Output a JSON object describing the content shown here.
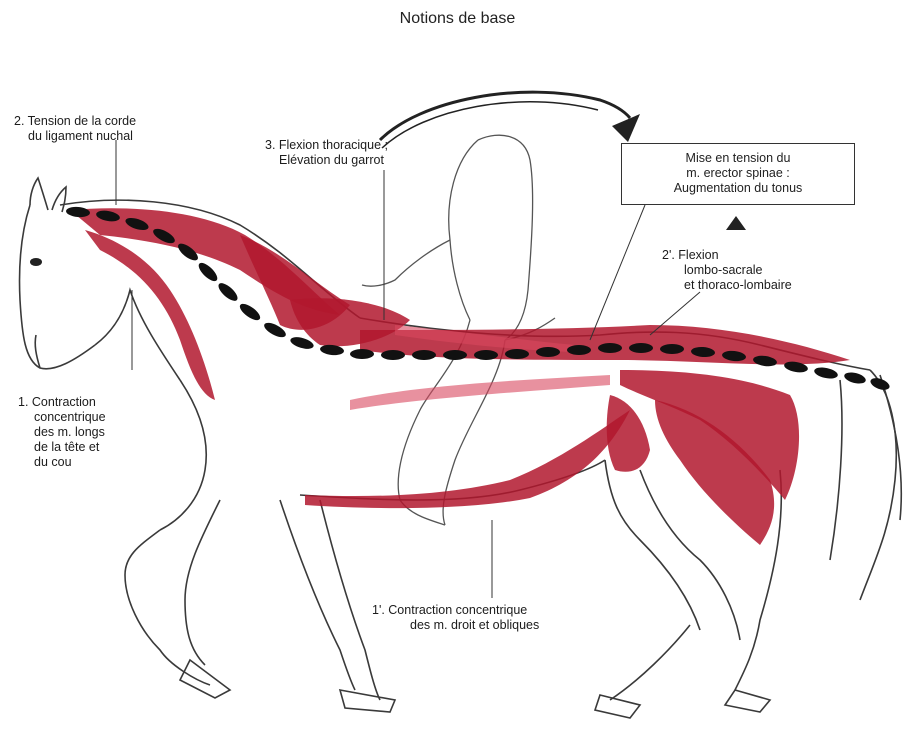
{
  "title": "Notions de base",
  "labels": {
    "l2": [
      "2. Tension de la corde",
      "du ligament nuchal"
    ],
    "l3": [
      "3. Flexion thoracique ;",
      "Elévation du garrot"
    ],
    "box": [
      "Mise en tension du",
      "m. erector spinae :",
      "Augmentation du tonus"
    ],
    "l2p": [
      "2'. Flexion",
      "lombo-sacrale",
      "et thoraco-lombaire"
    ],
    "l1": [
      "1. Contraction",
      "concentrique",
      "des m. longs",
      "de la tête et",
      "du cou"
    ],
    "l1p": [
      "1'. Contraction concentrique",
      "des m. droit et obliques"
    ]
  },
  "colors": {
    "muscle": "#b2172e",
    "muscle_light": "#d9485f",
    "ligament": "#111111",
    "outline": "#3a3a3a"
  }
}
